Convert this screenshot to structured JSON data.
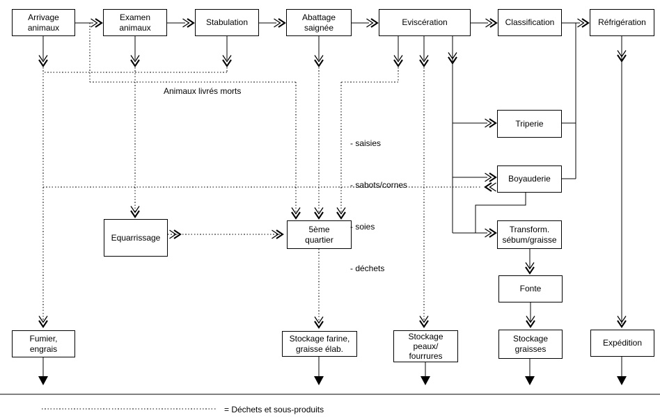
{
  "nodes": {
    "arrivage": {
      "label": "Arrivage\nanimaux"
    },
    "examen": {
      "label": "Examen\nanimaux"
    },
    "stabulation": {
      "label": "Stabulation"
    },
    "abattage": {
      "label": "Abattage\nsaignée"
    },
    "evisceration": {
      "label": "Eviscération"
    },
    "classification": {
      "label": "Classification"
    },
    "refrigeration": {
      "label": "Réfrigération"
    },
    "triperie": {
      "label": "Triperie"
    },
    "boyauderie": {
      "label": "Boyauderie"
    },
    "transformation": {
      "label": "Transform.\nsébum/graisse"
    },
    "fonte": {
      "label": "Fonte"
    },
    "equarrissage": {
      "label": "Equarrissage"
    },
    "cinquieme_quartier": {
      "label": "5ème\nquartier"
    },
    "fumier": {
      "label": "Fumier,\nengrais"
    },
    "stockage_farine": {
      "label": "Stockage farine,\ngraisse élab."
    },
    "stockage_peaux": {
      "label": "Stockage\npeaux/\nfourrures"
    },
    "stockage_graisses": {
      "label": "Stockage\ngraisses"
    },
    "expedition": {
      "label": "Expédition"
    }
  },
  "annotations": {
    "animaux_livres_morts": "Animaux livrés morts",
    "side_list": {
      "item1": "- saisies",
      "item2": "- sabots/cornes",
      "item3": "- soies",
      "item4": "- déchets"
    },
    "legend": "= Déchets et sous-produits"
  },
  "colors": {
    "line": "#000000",
    "background": "#ffffff"
  }
}
